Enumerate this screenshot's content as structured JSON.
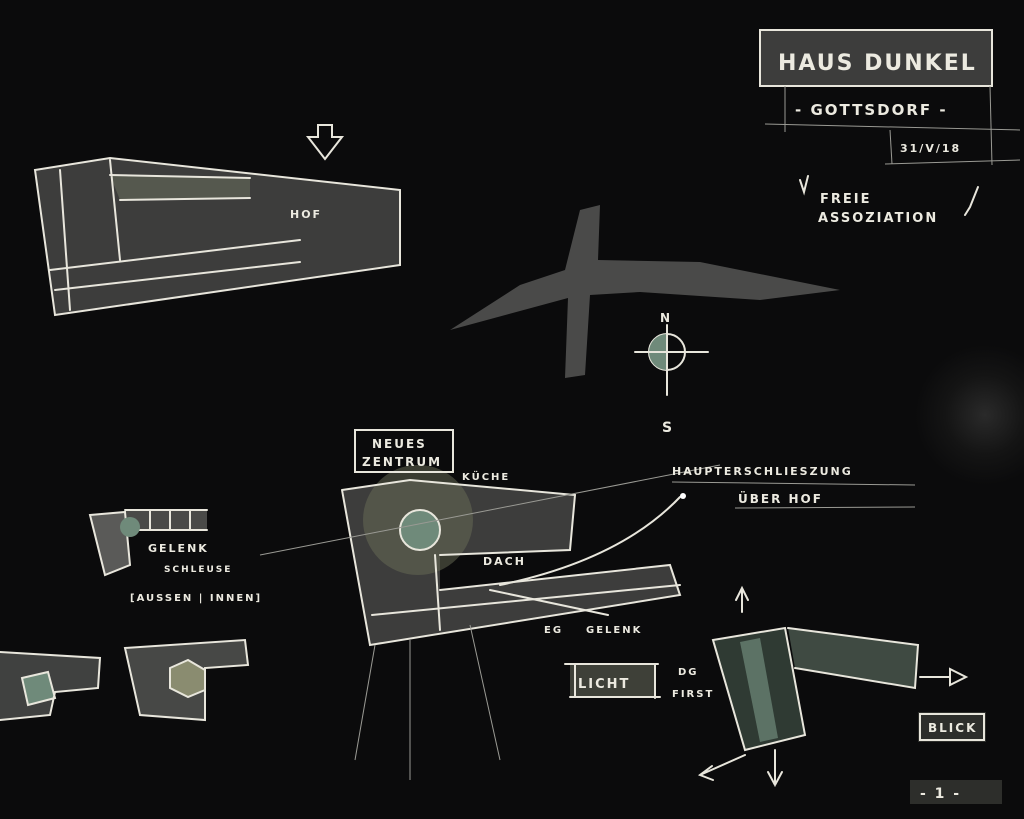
{
  "title_block": {
    "title": "HAUS DUNKEL",
    "place": "- GOTTSDORF -",
    "date": "31/V/18"
  },
  "note": {
    "line1": "FREIE",
    "line2": "ASSOZIATION"
  },
  "perspective": {
    "label": "HOF"
  },
  "compass": {
    "north": "N",
    "south": "S"
  },
  "plan": {
    "center_label_1": "NEUES",
    "center_label_2": "ZENTRUM",
    "kitchen": "KÜCHE",
    "roof": "DACH",
    "access_1": "HAUPTERSCHLIESZUNG",
    "access_2": "ÜBER HOF",
    "eg": "EG",
    "gelenk": "GELENK",
    "light": "LICHT",
    "dg": "DG",
    "ridge": "FIRST",
    "view": "BLICK"
  },
  "detail": {
    "joint": "GELENK",
    "lock": "SCHLEUSE",
    "outside_inside": "[AUSSEN | INNEN]"
  },
  "page_number": "- 1 -",
  "colors": {
    "paper": "#0b0b0c",
    "chalk": "#eceae0",
    "green": "#6f8a7a"
  }
}
